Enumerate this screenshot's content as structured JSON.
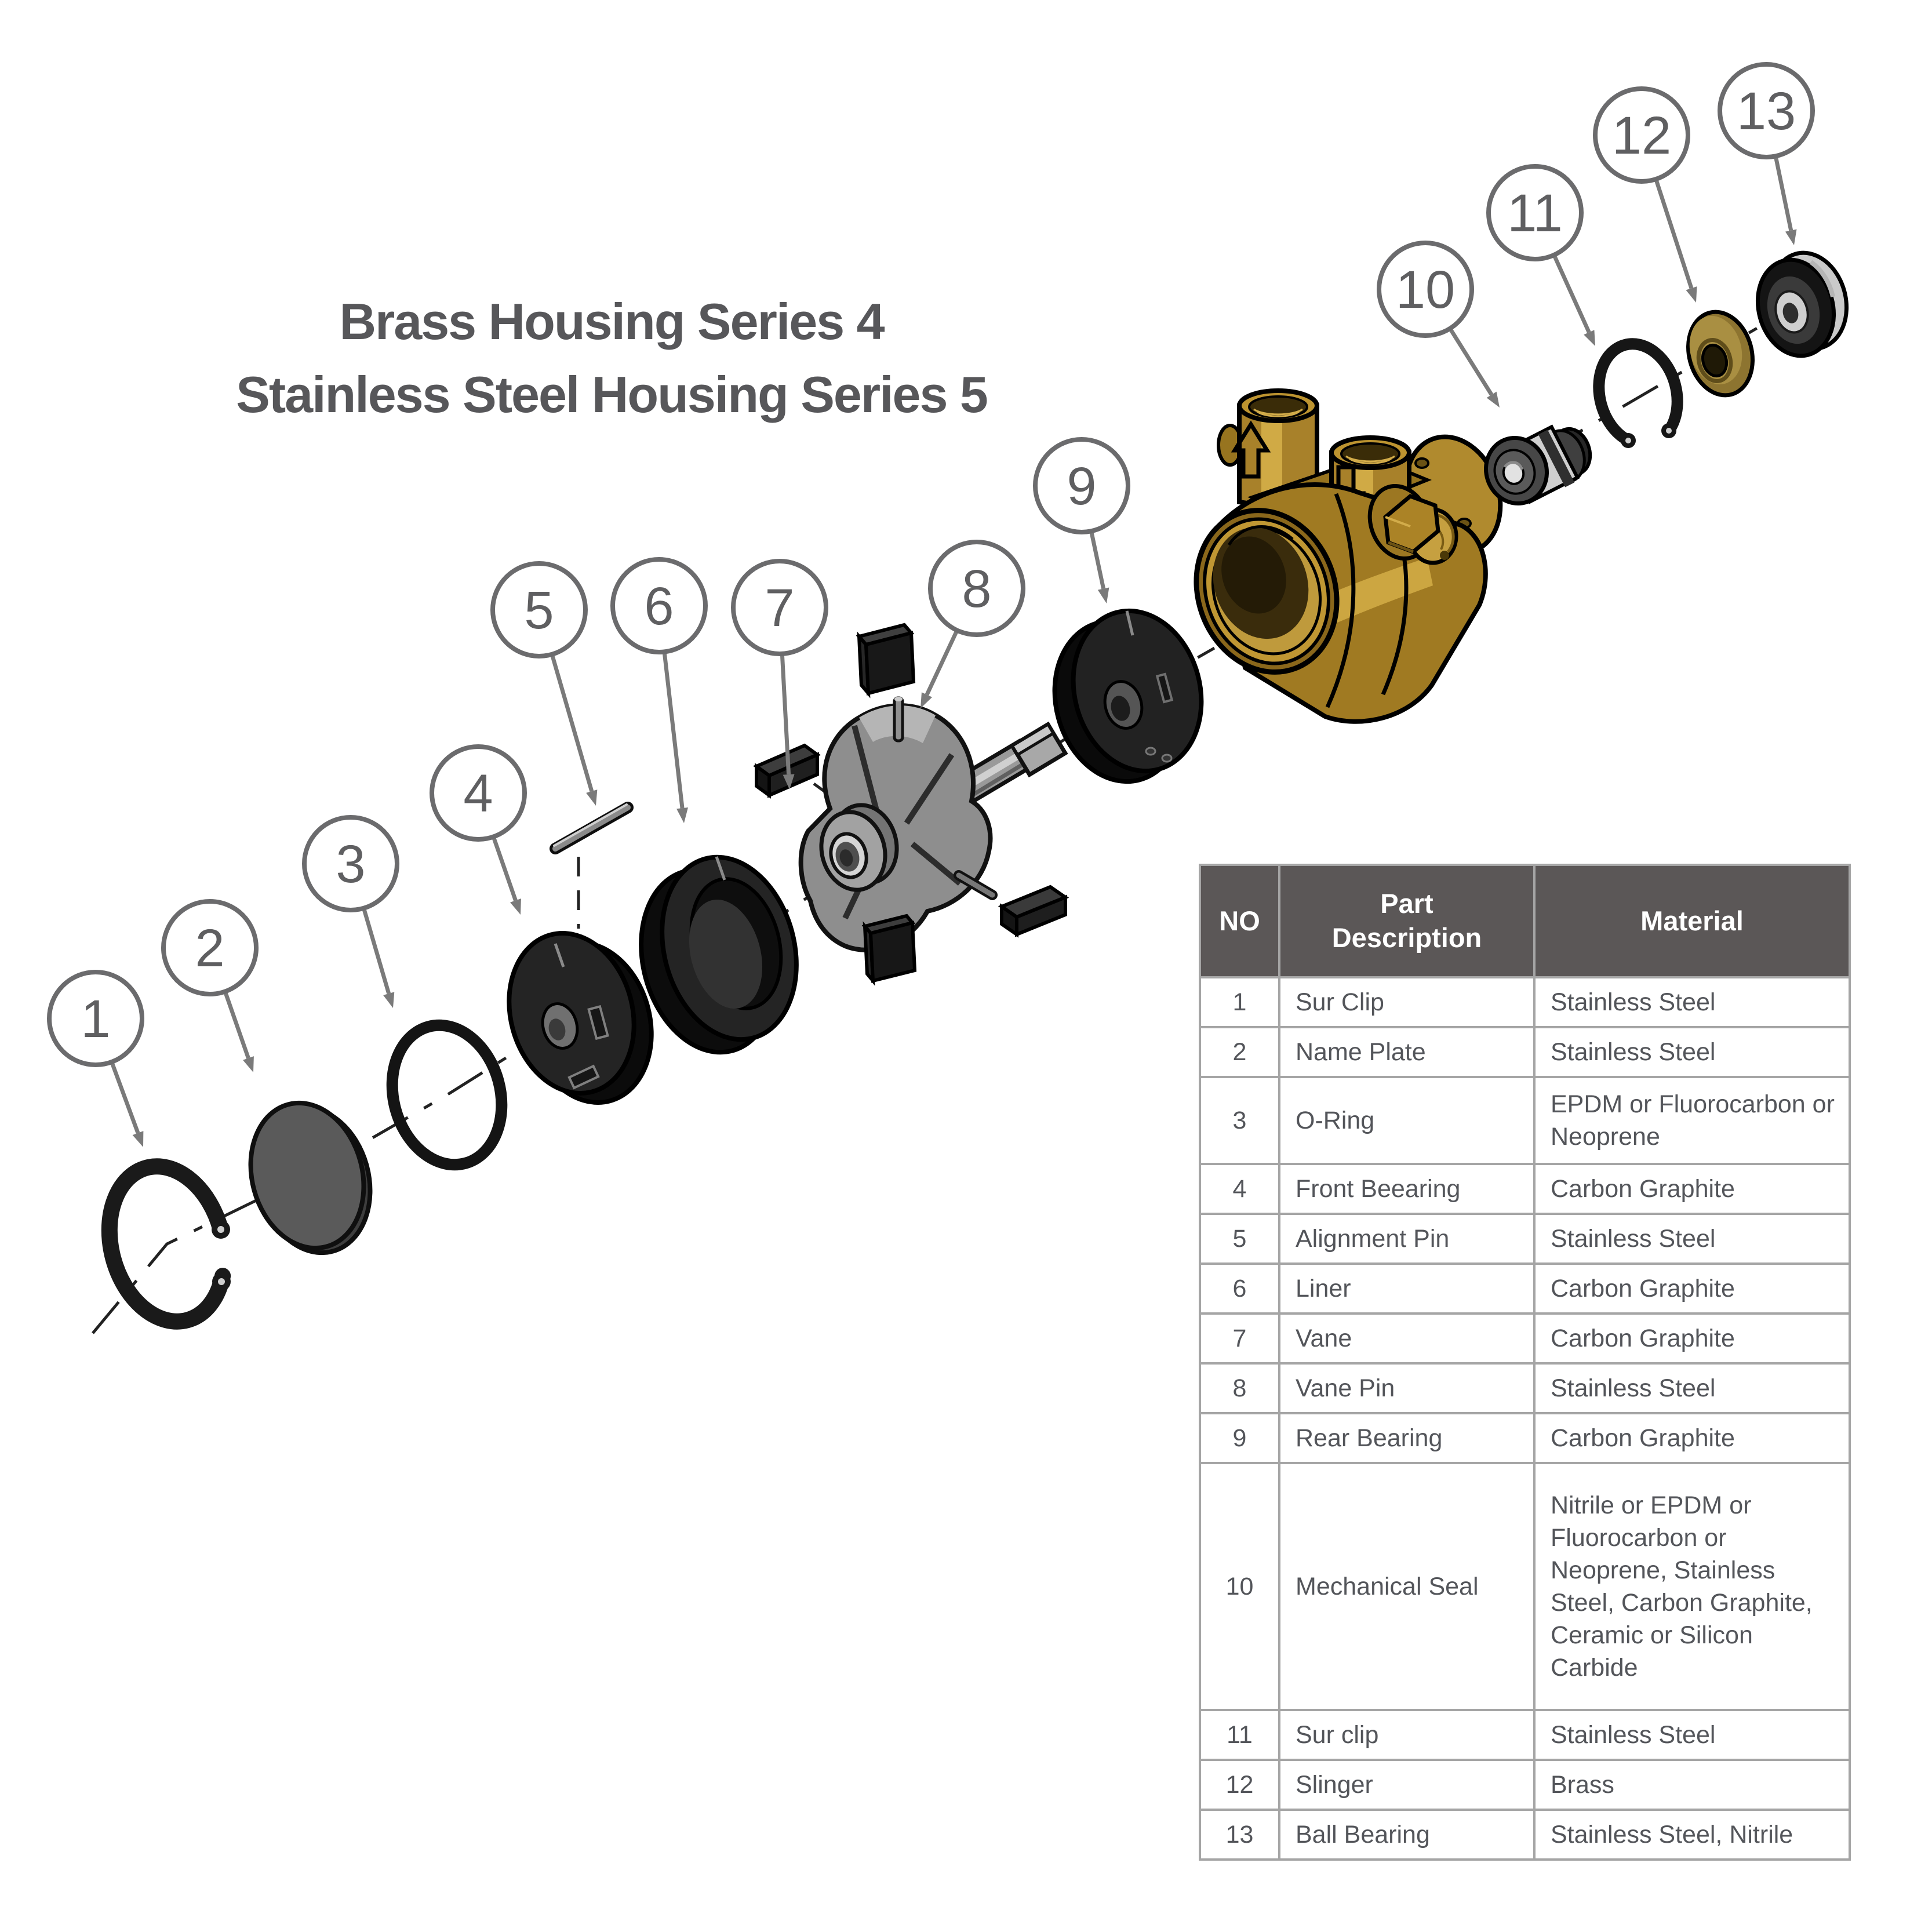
{
  "title": {
    "line1": "Brass Housing Series 4",
    "line2": "Stainless Steel Housing Series 5"
  },
  "callouts": [
    "1",
    "2",
    "3",
    "4",
    "5",
    "6",
    "7",
    "8",
    "9",
    "10",
    "11",
    "12",
    "13"
  ],
  "table": {
    "headers": [
      "NO",
      "Part Description",
      "Material"
    ],
    "rows": [
      {
        "no": "1",
        "part": "Sur Clip",
        "material": "Stainless Steel"
      },
      {
        "no": "2",
        "part": "Name Plate",
        "material": "Stainless Steel"
      },
      {
        "no": "3",
        "part": "O-Ring",
        "material": "EPDM or Fluorocarbon or Neoprene"
      },
      {
        "no": "4",
        "part": "Front Beearing",
        "material": "Carbon Graphite"
      },
      {
        "no": "5",
        "part": "Alignment Pin",
        "material": "Stainless Steel"
      },
      {
        "no": "6",
        "part": "Liner",
        "material": "Carbon Graphite"
      },
      {
        "no": "7",
        "part": "Vane",
        "material": "Carbon Graphite"
      },
      {
        "no": "8",
        "part": "Vane Pin",
        "material": "Stainless Steel"
      },
      {
        "no": "9",
        "part": "Rear Bearing",
        "material": "Carbon Graphite"
      },
      {
        "no": "10",
        "part": "Mechanical Seal",
        "material": "Nitrile or EPDM or Fluorocarbon or Neoprene,  Stainless Steel, Carbon Graphite, Ceramic or Silicon Carbide"
      },
      {
        "no": "11",
        "part": "Sur clip",
        "material": "Stainless Steel"
      },
      {
        "no": "12",
        "part": "Slinger",
        "material": "Brass"
      },
      {
        "no": "13",
        "part": "Ball Bearing",
        "material": "Stainless Steel, Nitrile"
      }
    ]
  },
  "colors": {
    "callout_gray": "#6b6b6d",
    "leader_gray": "#7a7a7a",
    "text_gray": "#57575a",
    "table_border": "#a5a5a5",
    "header_bg": "#5b5757",
    "brass": "#a8812a",
    "brass_light": "#d7b14a",
    "brass_dark": "#5e4714",
    "part_black": "#1b1b1b",
    "part_gray": "#8e8e8e"
  }
}
